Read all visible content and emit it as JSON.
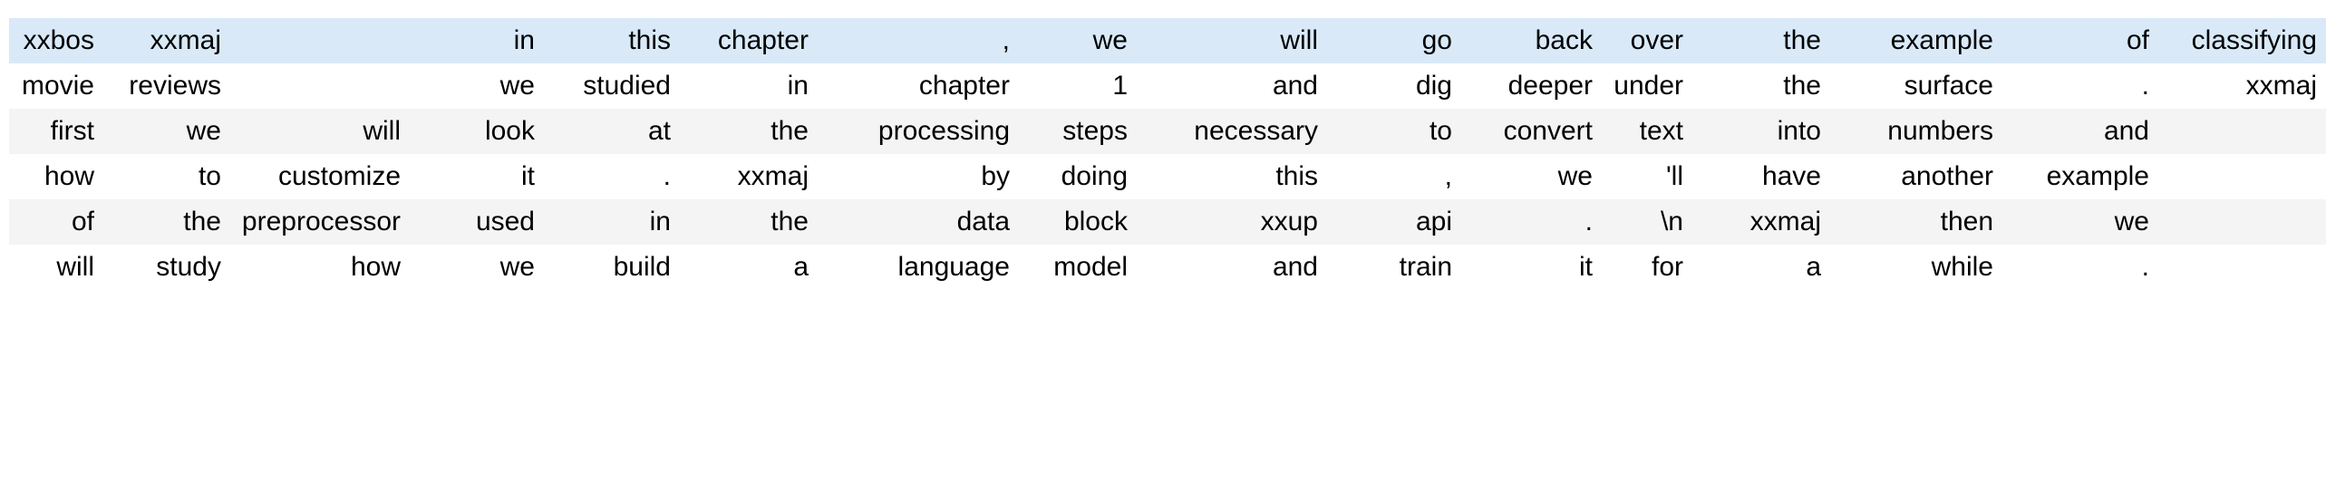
{
  "table": {
    "columns": 16,
    "rows": 6,
    "alignment": "right",
    "colors": {
      "highlight_row_bg": "#d9e9f8",
      "stripe_row_bg": "#f4f4f4",
      "plain_row_bg": "#ffffff",
      "text": "#000000",
      "page_bg": "#ffffff"
    },
    "row_styles": [
      "highlight",
      "even",
      "odd",
      "even",
      "odd",
      "even"
    ],
    "cells": [
      [
        "xxbos",
        "xxmaj",
        "in",
        "this",
        "chapter",
        ",",
        "we",
        "will",
        "go",
        "back",
        "over",
        "the",
        "example",
        "of",
        "classifying"
      ],
      [
        "movie",
        "reviews",
        "we",
        "studied",
        "in",
        "chapter",
        "1",
        "and",
        "dig",
        "deeper",
        "under",
        "the",
        "surface",
        ".",
        "xxmaj"
      ],
      [
        "first",
        "we",
        "will",
        "look",
        "at",
        "the",
        "processing",
        "steps",
        "necessary",
        "to",
        "convert",
        "text",
        "into",
        "numbers",
        "and"
      ],
      [
        "how",
        "to",
        "customize",
        "it",
        ".",
        "xxmaj",
        "by",
        "doing",
        "this",
        ",",
        "we",
        "'ll",
        "have",
        "another",
        "example"
      ],
      [
        "of",
        "the",
        "preprocessor",
        "used",
        "in",
        "the",
        "data",
        "block",
        "xxup",
        "api",
        ".",
        "\\n",
        "xxmaj",
        "then",
        "we"
      ],
      [
        "will",
        "study",
        "how",
        "we",
        "build",
        "a",
        "language",
        "model",
        "and",
        "train",
        "it",
        "for",
        "a",
        "while",
        "."
      ]
    ],
    "rows_data": [
      {
        "style": "highlight",
        "tokens": [
          "xxbos",
          "xxmaj",
          "",
          "in",
          "this",
          "chapter",
          ",",
          "we",
          "will",
          "go",
          "back",
          "over",
          "the",
          "example",
          "of",
          "classifying"
        ]
      },
      {
        "style": "even",
        "tokens": [
          "movie",
          "reviews",
          "",
          "we",
          "studied",
          "in",
          "chapter",
          "1",
          "and",
          "dig",
          "deeper",
          "under",
          "the",
          "surface",
          ".",
          "xxmaj"
        ]
      },
      {
        "style": "odd",
        "tokens": [
          "first",
          "we",
          "will",
          "look",
          "at",
          "the",
          "processing",
          "steps",
          "necessary",
          "to",
          "convert",
          "text",
          "into",
          "numbers",
          "and",
          ""
        ]
      },
      {
        "style": "even",
        "tokens": [
          "how",
          "to",
          "customize",
          "it",
          ".",
          "xxmaj",
          "by",
          "doing",
          "this",
          ",",
          "we",
          "'ll",
          "have",
          "another",
          "example",
          ""
        ]
      },
      {
        "style": "odd",
        "tokens": [
          "of",
          "the",
          "preprocessor",
          "used",
          "in",
          "the",
          "data",
          "block",
          "xxup",
          "api",
          ".",
          "\\n",
          "xxmaj",
          "then",
          "we",
          ""
        ]
      },
      {
        "style": "even",
        "tokens": [
          "will",
          "study",
          "how",
          "we",
          "build",
          "a",
          "language",
          "model",
          "and",
          "train",
          "it",
          "for",
          "a",
          "while",
          ".",
          ""
        ]
      }
    ]
  }
}
